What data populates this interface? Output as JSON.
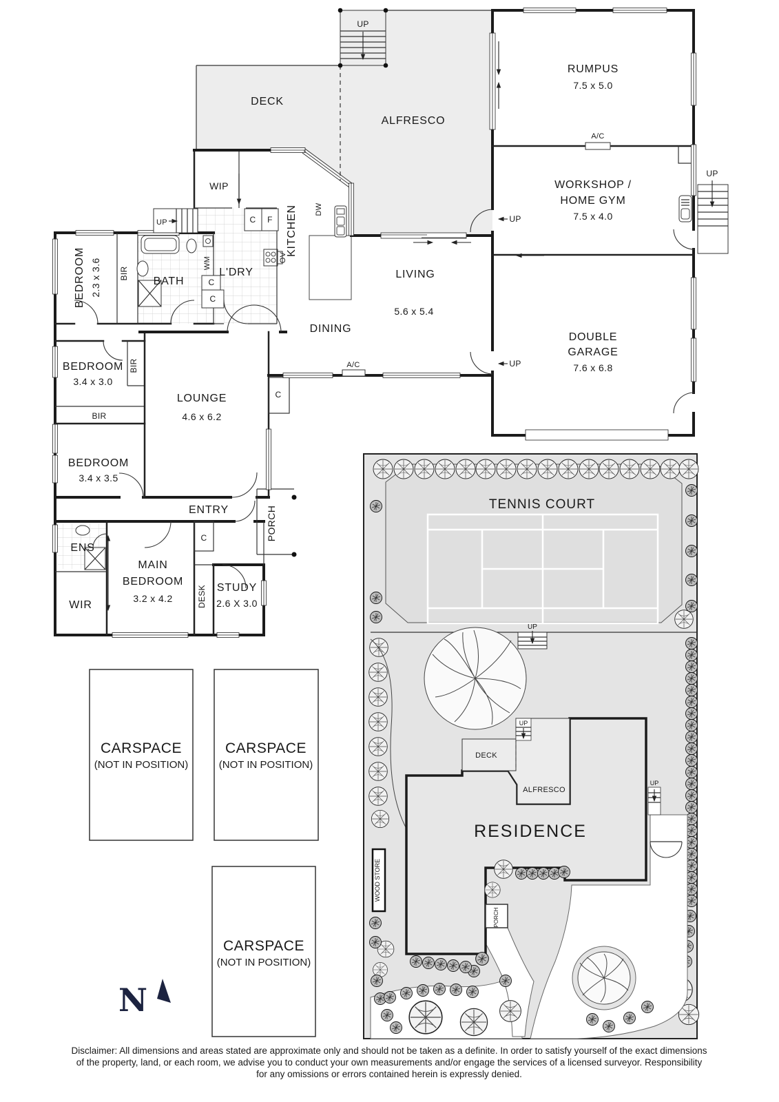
{
  "labels": {
    "up": "UP",
    "ac": "A/C",
    "c": "C",
    "f": "F",
    "wm": "WM",
    "dw": "DW",
    "ov": "OV",
    "bir": "BIR",
    "wip": "WIP",
    "bath": "BATH",
    "ldry": "L'DRY",
    "kitchen": "KITCHEN",
    "deck": "DECK",
    "alfresco": "ALFRESCO",
    "living": "LIVING",
    "dining": "DINING",
    "entry": "ENTRY",
    "porch": "PORCH",
    "ens": "ENS",
    "wir": "WIR",
    "desk": "DESK",
    "wood_store": "WOOD STORE",
    "tennis_court": "TENNIS COURT",
    "residence": "RESIDENCE",
    "north": "N"
  },
  "rooms": {
    "rumpus": {
      "name": "RUMPUS",
      "dims": "7.5 x 5.0"
    },
    "workshop": {
      "line1": "WORKSHOP /",
      "line2": "HOME GYM",
      "dims": "7.5 x 4.0"
    },
    "garage": {
      "line1": "DOUBLE",
      "line2": "GARAGE",
      "dims": "7.6 x 6.8"
    },
    "living": {
      "name": "LIVING",
      "dims": "5.6 x 5.4"
    },
    "lounge": {
      "name": "LOUNGE",
      "dims": "4.6 x 6.2"
    },
    "bedroom1": {
      "name": "BEDROOM",
      "dims": "2.3 x 3.6"
    },
    "bedroom2": {
      "name": "BEDROOM",
      "dims": "3.4 x 3.0"
    },
    "bedroom3": {
      "name": "BEDROOM",
      "dims": "3.4 x 3.5"
    },
    "main_bedroom": {
      "line1": "MAIN",
      "line2": "BEDROOM",
      "dims": "3.2 x 4.2"
    },
    "study": {
      "name": "STUDY",
      "dims": "2.6 X 3.0"
    }
  },
  "carspace": {
    "name": "CARSPACE",
    "note": "(NOT IN POSITION)"
  },
  "disclaimer": {
    "line1": "Disclaimer: All dimensions and areas stated are approximate only and should not be taken as a definite. In order to satisfy yourself of the exact dimensions",
    "line2": "of the property, land, or each room, we advise you to conduct your own measurements and/or engage the services of a licensed surveyor. Responsibility",
    "line3": "for any omissions or errors contained herein is expressly denied."
  },
  "colors": {
    "wall": "#1b1b1b",
    "ground": "#e4e4e4",
    "court": "#dfdfdf",
    "residence_fill": "#e7e7e7",
    "deck_fill": "#ededed",
    "north_arrow": "#1c2340"
  }
}
